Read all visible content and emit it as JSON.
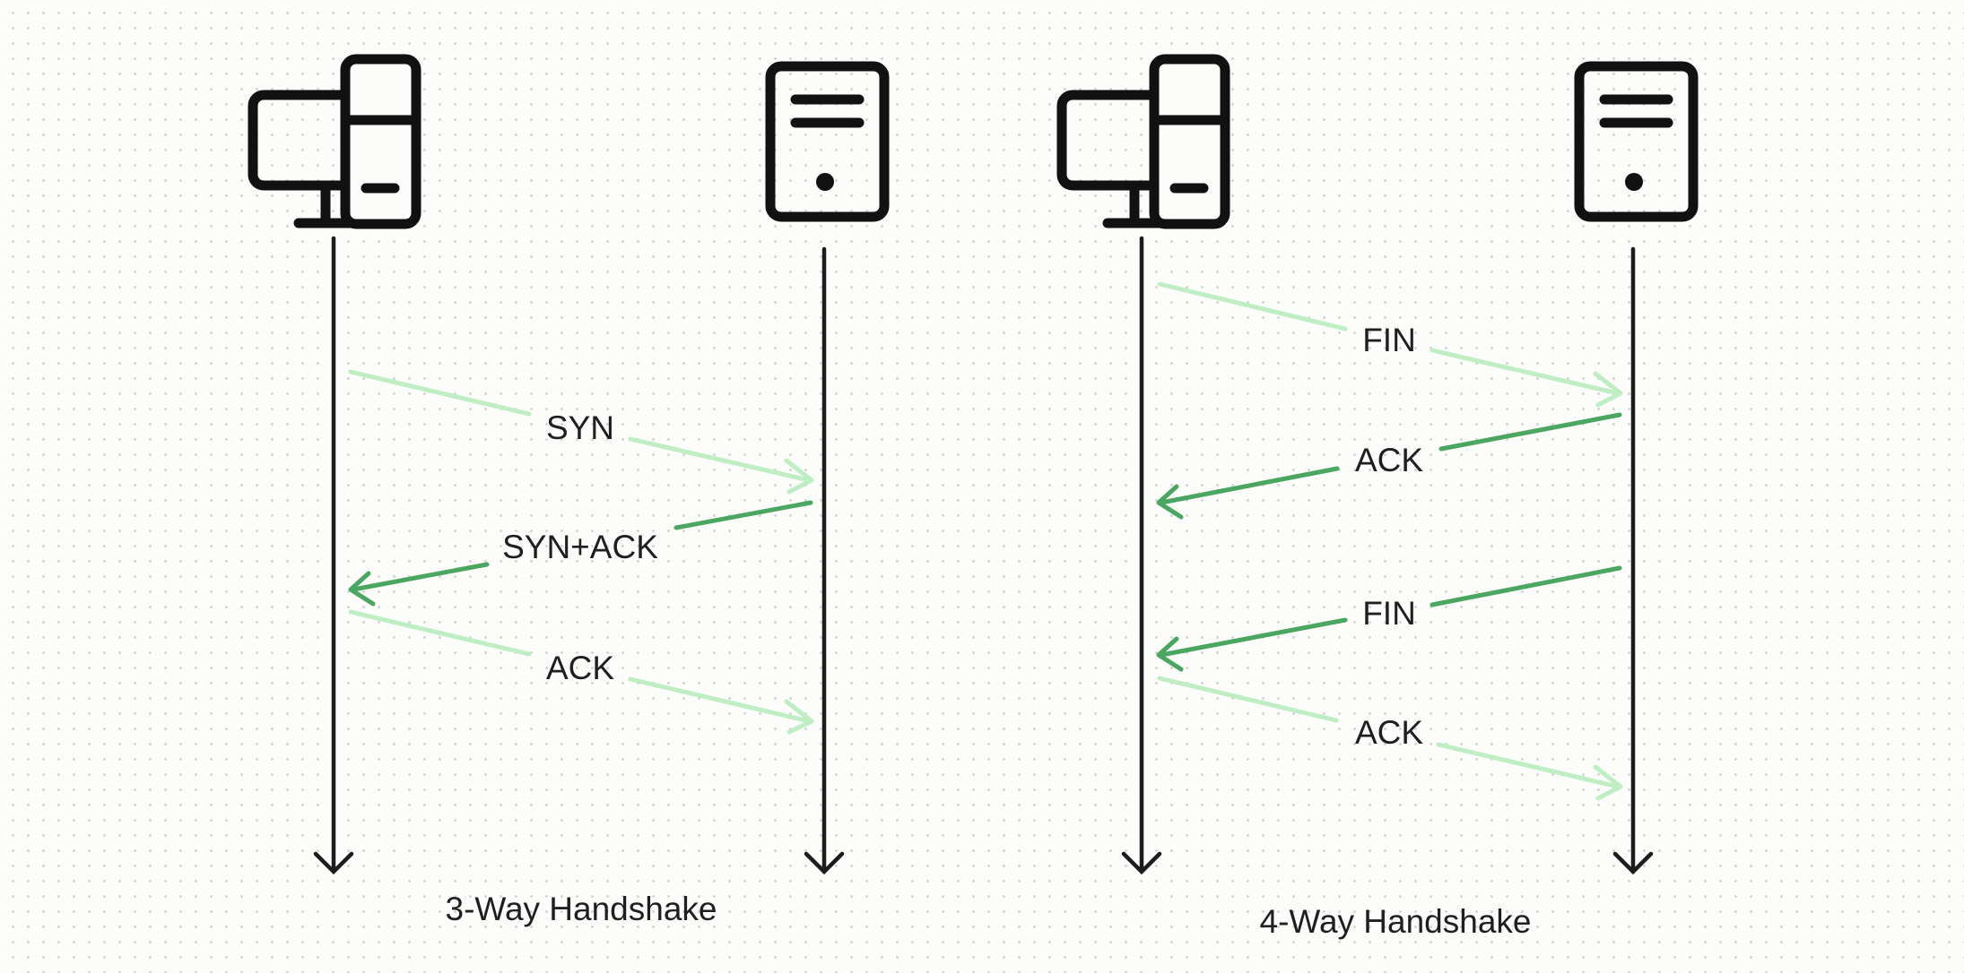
{
  "colors": {
    "light_green": "#bfeec5",
    "dark_green": "#4aa660",
    "ink": "#1c1c1c",
    "background": "#fcfcfb",
    "grid_dot": "#d4d4d4"
  },
  "diagrams": [
    {
      "id": "three-way",
      "caption": "3-Way Handshake",
      "actors": [
        {
          "role": "client",
          "icon": "desktop-computer-icon"
        },
        {
          "role": "server",
          "icon": "server-icon"
        }
      ],
      "messages": [
        {
          "label": "SYN",
          "from": "client",
          "to": "server",
          "color": "light"
        },
        {
          "label": "SYN+ACK",
          "from": "server",
          "to": "client",
          "color": "dark"
        },
        {
          "label": "ACK",
          "from": "client",
          "to": "server",
          "color": "light"
        }
      ]
    },
    {
      "id": "four-way",
      "caption": "4-Way Handshake",
      "actors": [
        {
          "role": "client",
          "icon": "desktop-computer-icon"
        },
        {
          "role": "server",
          "icon": "server-icon"
        }
      ],
      "messages": [
        {
          "label": "FIN",
          "from": "client",
          "to": "server",
          "color": "light"
        },
        {
          "label": "ACK",
          "from": "server",
          "to": "client",
          "color": "dark"
        },
        {
          "label": "FIN",
          "from": "server",
          "to": "client",
          "color": "dark"
        },
        {
          "label": "ACK",
          "from": "client",
          "to": "server",
          "color": "light"
        }
      ]
    }
  ]
}
